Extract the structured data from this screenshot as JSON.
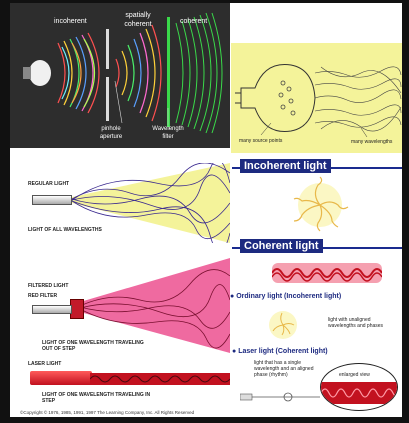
{
  "top_left": {
    "label_incoherent": "incoherent",
    "label_spatially_coherent": "spatially coherent",
    "label_coherent": "coherent",
    "label_pinhole": "pinhole aperture",
    "label_filter": "Wavelength filter"
  },
  "top_right": {
    "label_sources": "many source points",
    "label_wavelengths": "many wavelengths"
  },
  "left_panels": {
    "regular_light": "REGULAR LIGHT",
    "all_wavelengths": "LIGHT OF ALL WAVELENGTHS",
    "filtered_light": "FILTERED LIGHT",
    "red_filter": "RED FILTER",
    "one_wavelength_out_of_step": "LIGHT OF ONE WAVELENGTH TRAVELING OUT OF STEP",
    "laser_light": "LASER LIGHT",
    "one_wavelength_in_step": "LIGHT OF ONE WAVELENGTH TRAVELING IN STEP"
  },
  "right_panels": {
    "incoherent_light": "Incoherent light",
    "coherent_light": "Coherent light",
    "ordinary_light": "Ordinary light (Incoherent light)",
    "unaligned_text": "light with unaligned wavelengths and phases",
    "laser_coherent": "Laser light (Coherent light)",
    "single_wavelength_text": "light that has a single wavelength and an aligned phase (rhythm)",
    "enlarged_view": "enlarged view"
  },
  "footer": {
    "copyright": "©Copyright © 1976, 1985, 1991, 1997 The Learning Company, Inc. All Rights Reserved"
  },
  "colors": {
    "dark_panel": "#2d2d2d",
    "yellow": "#f4f39a",
    "pink": "#ef6aa0",
    "navy": "#1d2a80",
    "laser_red": "#d61a2a",
    "beam_green": "#3ad94a"
  }
}
